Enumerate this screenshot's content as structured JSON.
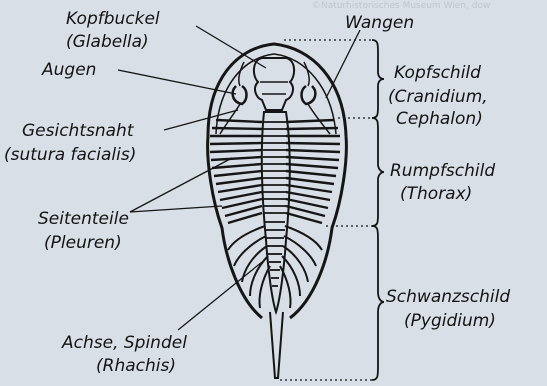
{
  "copyright": "©Naturhistorisches Museum Wien, dow",
  "labels": {
    "kopfbuckel": "Kopfbuckel",
    "glabella": "(Glabella)",
    "wangen": "Wangen",
    "augen": "Augen",
    "gesichtsnaht": "Gesichtsnaht",
    "sutura": "(sutura facialis)",
    "seitenteile": "Seitenteile",
    "pleuren": "(Pleuren)",
    "achse": "Achse, Spindel",
    "rhachis": "(Rhachis)",
    "kopfschild": "Kopfschild",
    "cranidium": "(Cranidium,",
    "cephalon": "Cephalon)",
    "rumpfschild": "Rumpfschild",
    "thorax": "(Thorax)",
    "schwanzschild": "Schwanzschild",
    "pygidium": "(Pygidium)"
  },
  "colors": {
    "background": "#d9dfe6",
    "ink": "#161616"
  }
}
